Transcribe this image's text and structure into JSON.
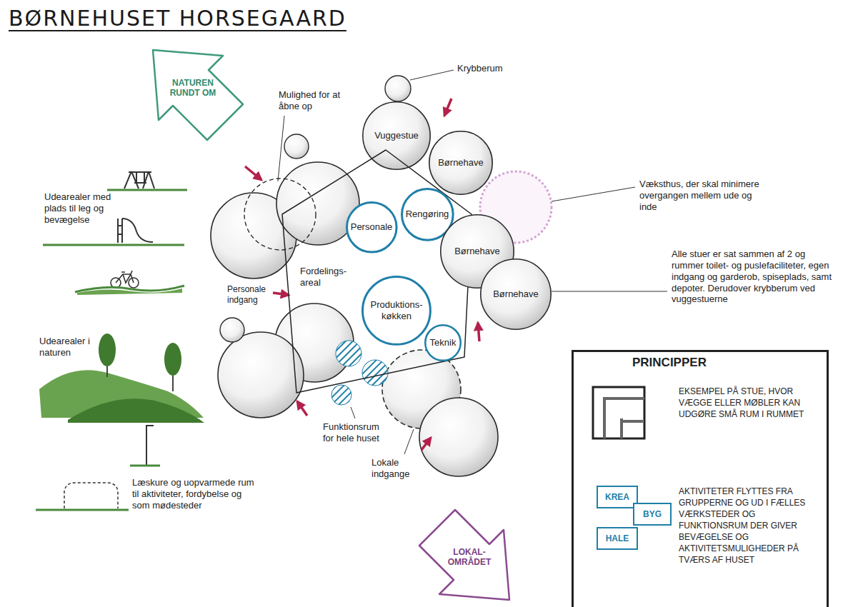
{
  "diagram": {
    "title": "BØRNEHUSET HORSEGAARD",
    "nodes": [
      {
        "text": [
          "NATUREN RUNDT OM"
        ]
      },
      {
        "text": [
          "Vuggestue"
        ]
      },
      {
        "text": [
          "Børnehave"
        ]
      },
      {
        "text": [
          "Fordelings- areal"
        ]
      },
      {
        "text": [
          "Personale"
        ],
        "in": 3
      },
      {
        "text": [
          "Rengøring"
        ],
        "in": 3
      },
      {
        "text": [
          "Produktions- køkken"
        ],
        "in": 3
      },
      {
        "text": [
          "Teknik"
        ],
        "in": 3
      },
      {
        "text": [
          "Børnehave"
        ]
      },
      {
        "text": [
          "Børnehave"
        ]
      },
      {
        "text": [
          "LOKAL- OMRÅDET"
        ]
      },
      {
        "text": [
          "PRINCIPPER",
          "EKSEMPEL PÅ STUE, HVOR VÆGGE ELLER MØBLER KAN UDGØRE SMÅ RUM I RUMMET",
          "AKTIVITETER FLYTTES FRA GRUPPERNE OG UD I FÆLLES VÆRKSTEDER OG FUNKTIONSRUM DER GIVER BEVÆGELSE OG AKTIVITETSMULIGHEDER PÅ TVÆRS AF HUSET"
        ]
      },
      {
        "text": [
          "KREA"
        ],
        "in": 11
      },
      {
        "text": [
          "BYG"
        ],
        "in": 11
      },
      {
        "text": [
          "HALE"
        ],
        "in": 11
      }
    ],
    "labels": [
      "Krybberum",
      "Mulighed for at åbne op",
      "Udearealer med plads til leg og bevægelse",
      "Væksthus, der skal minimere overgangen mellem ude og inde",
      "Alle stuer er sat sammen af 2 og rummer toilet- og puslefaciliteter, egen indgang og garderob, spiseplads, samt depoter. Derudover krybberum ved vuggestuerne",
      "Personale indgang",
      "Udearealer i naturen",
      "Funktionsrum for hele huset",
      "Lokale indgange",
      "Læskure og uopvarmede rum til aktiviteter, fordybelse og som mødesteder"
    ]
  }
}
